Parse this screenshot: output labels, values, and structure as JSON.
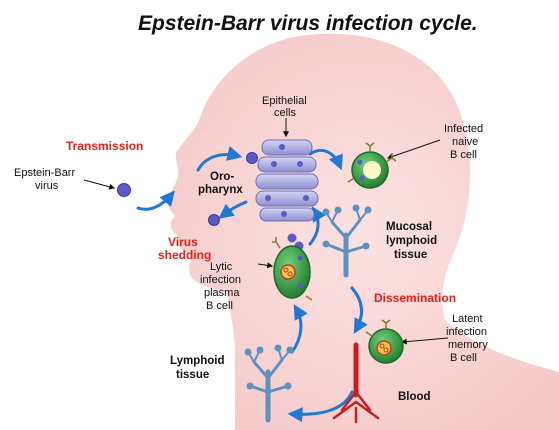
{
  "title": "Epstein-Barr virus infection cycle.",
  "labels": {
    "transmission": "Transmission",
    "ebv_line1": "Epstein-Barr",
    "ebv_line2": "virus",
    "epithelial_line1": "Epithelial",
    "epithelial_line2": "cells",
    "oro_line1": "Oro-",
    "oro_line2": "pharynx",
    "infected_line1": "Infected",
    "infected_line2": "naive",
    "infected_line3": "B cell",
    "shedding_line1": "Virus",
    "shedding_line2": "shedding",
    "lytic_line1": "Lytic",
    "lytic_line2": "infection",
    "lytic_line3": "plasma",
    "lytic_line4": "B cell",
    "mucosal_line1": "Mucosal",
    "mucosal_line2": "lymphoid",
    "mucosal_line3": "tissue",
    "dissemination": "Dissemination",
    "latent_line1": "Latent",
    "latent_line2": "infection",
    "latent_line3": "memory",
    "latent_line4": "B cell",
    "lymphoid_line1": "Lymphoid",
    "lymphoid_line2": "tissue",
    "blood": "Blood"
  },
  "colors": {
    "silhouette": "#f8d2d2",
    "arrow": "#1f78d4",
    "highlight": "#e8201a",
    "epithelial": "#b0b0e4",
    "virus": "#5a5ac8",
    "cell_green": "#2f9a3c",
    "tissue_blue": "#5c92c0",
    "blood_red": "#c81e1e"
  }
}
